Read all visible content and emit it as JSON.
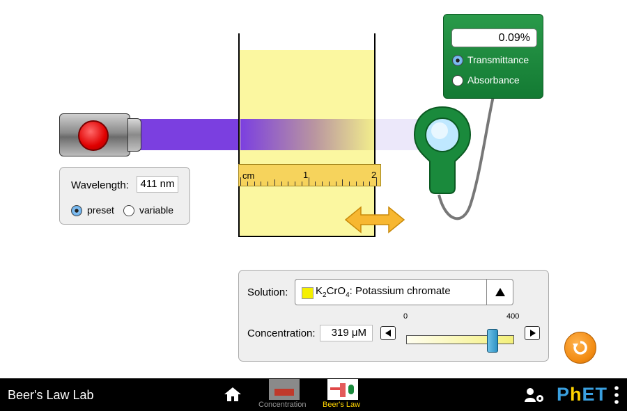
{
  "light_source": {
    "button_color": "#e00000",
    "beam_color": "#7b3fe0"
  },
  "wavelength_panel": {
    "label": "Wavelength:",
    "value": "411 nm",
    "options": [
      {
        "label": "preset",
        "selected": true
      },
      {
        "label": "variable",
        "selected": false
      }
    ]
  },
  "ruler": {
    "unit": "cm",
    "ticks": [
      "1",
      "2"
    ]
  },
  "meter": {
    "reading": "0.09%",
    "options": [
      {
        "label": "Transmittance",
        "selected": true
      },
      {
        "label": "Absorbance",
        "selected": false
      }
    ]
  },
  "solution_panel": {
    "solution_label": "Solution:",
    "solution_formula": {
      "k": "K",
      "sub1": "2",
      "cr": "CrO",
      "sub2": "4"
    },
    "solution_suffix": ": Potassium chromate",
    "solution_color": "#f5f000",
    "concentration_label": "Concentration:",
    "concentration_value": "319 μM",
    "slider": {
      "min": "0",
      "max": "400",
      "value": 319
    }
  },
  "navbar": {
    "title": "Beer's Law Lab",
    "tabs": [
      {
        "label": "Concentration",
        "selected": false
      },
      {
        "label": "Beer's Law",
        "selected": true
      }
    ],
    "logo": {
      "p": "P",
      "h": "h",
      "et": "ET"
    }
  }
}
